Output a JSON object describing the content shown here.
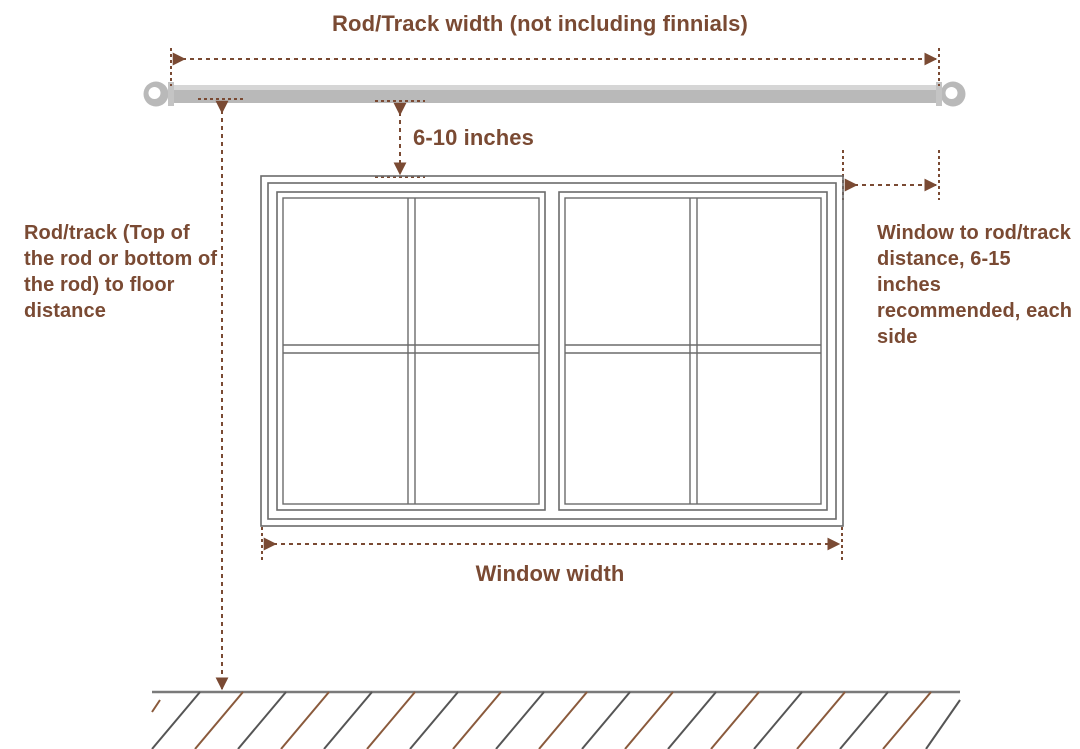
{
  "diagram": {
    "title": "Rod/Track width (not including finnials)",
    "colors": {
      "text": "#7a4a33",
      "dimension_line": "#7a4a33",
      "rod": "#b9b9b9",
      "rod_highlight": "#d8d8d8",
      "frame_line": "#6b6b6b",
      "floor_line": "#7a7a7a",
      "hatch_gray": "#555555",
      "hatch_brown": "#8a5a3c",
      "background": "#ffffff"
    },
    "labels": {
      "rod_track_width": "Rod/Track width (not including finnials)",
      "rod_to_window_gap": "6-10 inches",
      "rod_to_floor": "Rod/track (Top of the rod or bottom of the rod) to floor distance",
      "window_to_rod": "Window to rod/track distance, 6-15 inches recommended, each side",
      "window_width": "Window width"
    },
    "measurements": [
      {
        "name": "rod-track-width",
        "label": "Rod/Track width (not including finnials)",
        "orientation": "horizontal",
        "arrows": "both"
      },
      {
        "name": "rod-to-window-gap",
        "label": "6-10 inches",
        "value": "6-10 inches",
        "orientation": "vertical",
        "arrows": "both"
      },
      {
        "name": "rod-to-floor-distance",
        "label": "Rod/track (Top of the rod or bottom of the rod) to floor distance",
        "orientation": "vertical",
        "arrows": "both"
      },
      {
        "name": "window-to-rod-distance",
        "label": "Window to rod/track distance, 6-15 inches recommended, each side",
        "value": "6-15 inches",
        "orientation": "horizontal",
        "arrows": "both"
      },
      {
        "name": "window-width",
        "label": "Window width",
        "orientation": "horizontal",
        "arrows": "both"
      }
    ],
    "objects": {
      "curtain_rod": {
        "name": "curtain-rod",
        "finials": 2,
        "finial_shape": "ring"
      },
      "window": {
        "name": "window",
        "sashes": 2,
        "panes_per_sash": 4,
        "grid": "2x2"
      },
      "floor": {
        "name": "floor",
        "style": "hatched"
      }
    }
  }
}
